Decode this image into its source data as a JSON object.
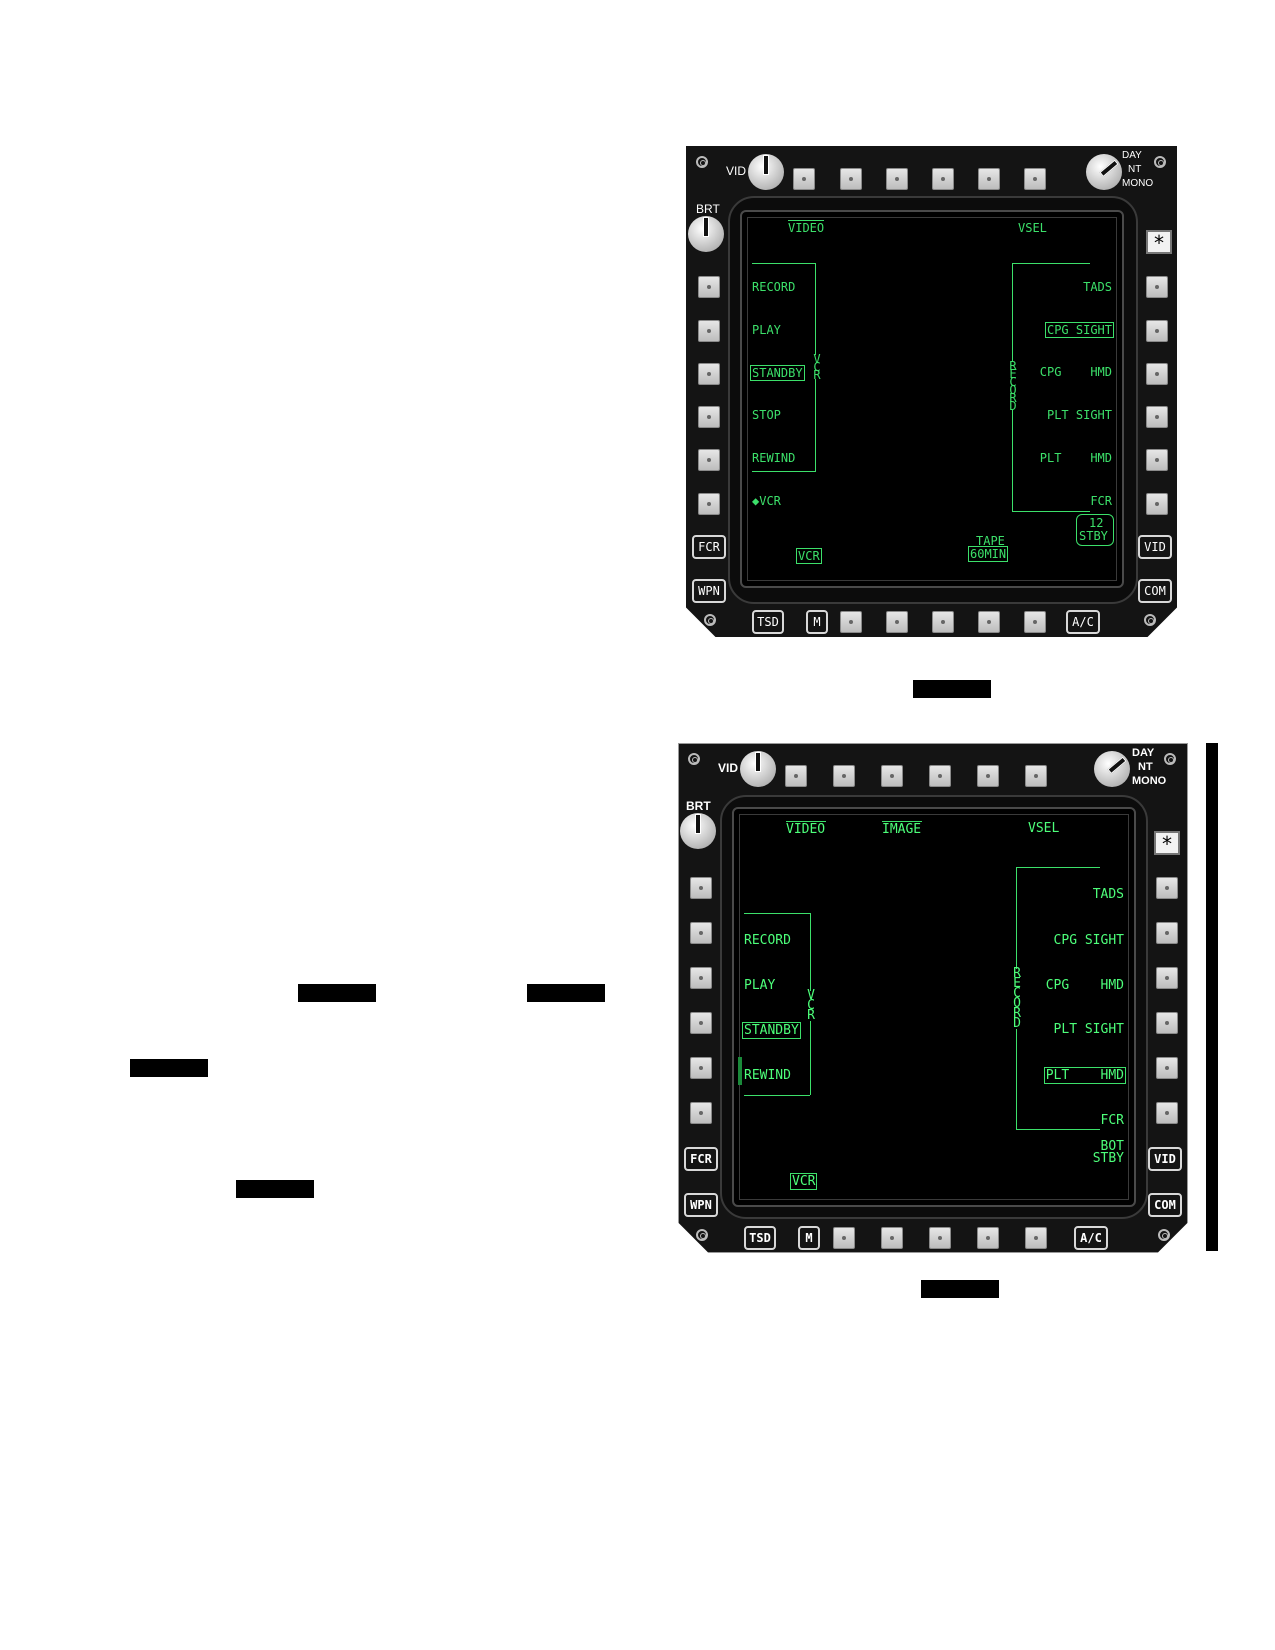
{
  "top_mpd": {
    "vid_knob_label": "VID",
    "brt_knob_label": "BRT",
    "mode_knob": {
      "day": "DAY",
      "nt": "NT",
      "mono": "MONO"
    },
    "star_button": "*",
    "bezel": {
      "left_bottom": [
        "FCR",
        "WPN"
      ],
      "right_bottom": [
        "VID",
        "COM"
      ],
      "bottom_left": [
        "TSD",
        "M"
      ],
      "bottom_right": "A/C"
    },
    "screen": {
      "top_left": "VIDEO",
      "top_right": "VSEL",
      "left_items": [
        "RECORD",
        "PLAY",
        "STANDBY",
        "STOP",
        "REWIND"
      ],
      "left_bottom": "◆VCR",
      "vcr_bracket": "VCR",
      "right_items": [
        "TADS",
        "CPG SIGHT",
        "CPG    HMD",
        "PLT SIGHT",
        "PLT    HMD",
        "FCR"
      ],
      "record_bracket": "RECORD",
      "tape_counter": {
        "top": "12",
        "bottom": "STBY"
      },
      "tape_label": "TAPE",
      "tape_value": "60MIN",
      "vcr_status": "VCR"
    }
  },
  "bottom_mpd": {
    "vid_knob_label": "VID",
    "brt_knob_label": "BRT",
    "mode_knob": {
      "day": "DAY",
      "nt": "NT",
      "mono": "MONO"
    },
    "star_button": "*",
    "bezel": {
      "left_bottom": [
        "FCR",
        "WPN"
      ],
      "right_bottom": [
        "VID",
        "COM"
      ],
      "bottom_left": [
        "TSD",
        "M"
      ],
      "bottom_right": "A/C"
    },
    "screen": {
      "top_left": "VIDEO",
      "top_middle": "IMAGE",
      "top_right": "VSEL",
      "left_items": [
        "RECORD",
        "PLAY",
        "STANDBY",
        "REWIND"
      ],
      "vcr_bracket": "VCR",
      "right_items": [
        "TADS",
        "CPG SIGHT",
        "CPG    HMD",
        "PLT SIGHT",
        "PLT    HMD",
        "FCR"
      ],
      "record_bracket": "RECORD",
      "bot_stby": {
        "top": "BOT",
        "bottom": "STBY"
      },
      "vcr_status": "VCR"
    }
  },
  "colors": {
    "symbology": "#3ce06a",
    "bezel": "#141414",
    "screen": "#000000"
  }
}
